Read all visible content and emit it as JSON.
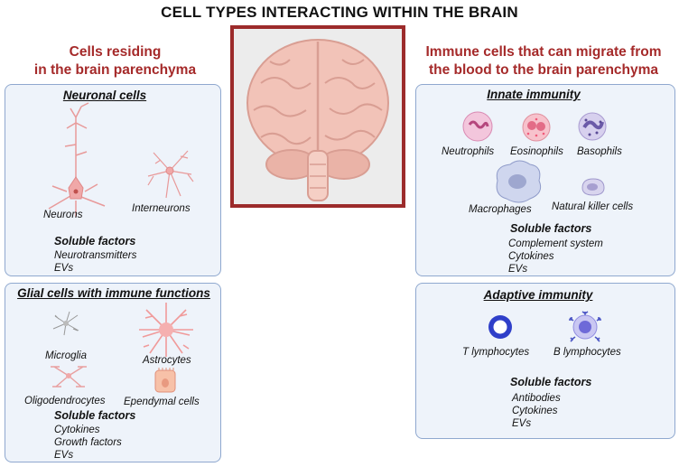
{
  "title": "CELL TYPES INTERACTING WITHIN THE BRAIN",
  "left_heading": [
    "Cells residing",
    "in the brain parenchyma"
  ],
  "right_heading": [
    "Immune cells  that can migrate  from",
    "the blood to the brain parenchyma"
  ],
  "neuronal": {
    "title": "Neuronal cells",
    "cells": [
      "Neurons",
      "Interneurons"
    ],
    "soluble_title": "Soluble factors",
    "soluble_items": [
      "Neurotransmitters",
      "EVs"
    ]
  },
  "glial": {
    "title": "Glial cells with immune functions",
    "cells": [
      "Microglia",
      "Astrocytes",
      "Oligodendrocytes",
      "Ependymal cells"
    ],
    "soluble_title": "Soluble factors",
    "soluble_items": [
      "Cytokines",
      "Growth factors",
      "EVs"
    ]
  },
  "innate": {
    "title": "Innate immunity",
    "cells": [
      "Neutrophils",
      "Eosinophils",
      "Basophils",
      "Macrophages",
      "Natural killer cells"
    ],
    "soluble_title": "Soluble factors",
    "soluble_items": [
      "Complement system",
      "Cytokines",
      "EVs"
    ]
  },
  "adaptive": {
    "title": "Adaptive immunity",
    "cells": [
      "T lymphocytes",
      "B lymphocytes"
    ],
    "soluble_title": "Soluble factors",
    "soluble_items": [
      "Antibodies",
      "Cytokines",
      "EVs"
    ]
  },
  "colors": {
    "heading": "#a52a2a",
    "panel_bg": "#eef3fa",
    "panel_border": "#8fa8cf",
    "brain_frame": "#9c2b2b",
    "brain": "#f2c3b8"
  }
}
